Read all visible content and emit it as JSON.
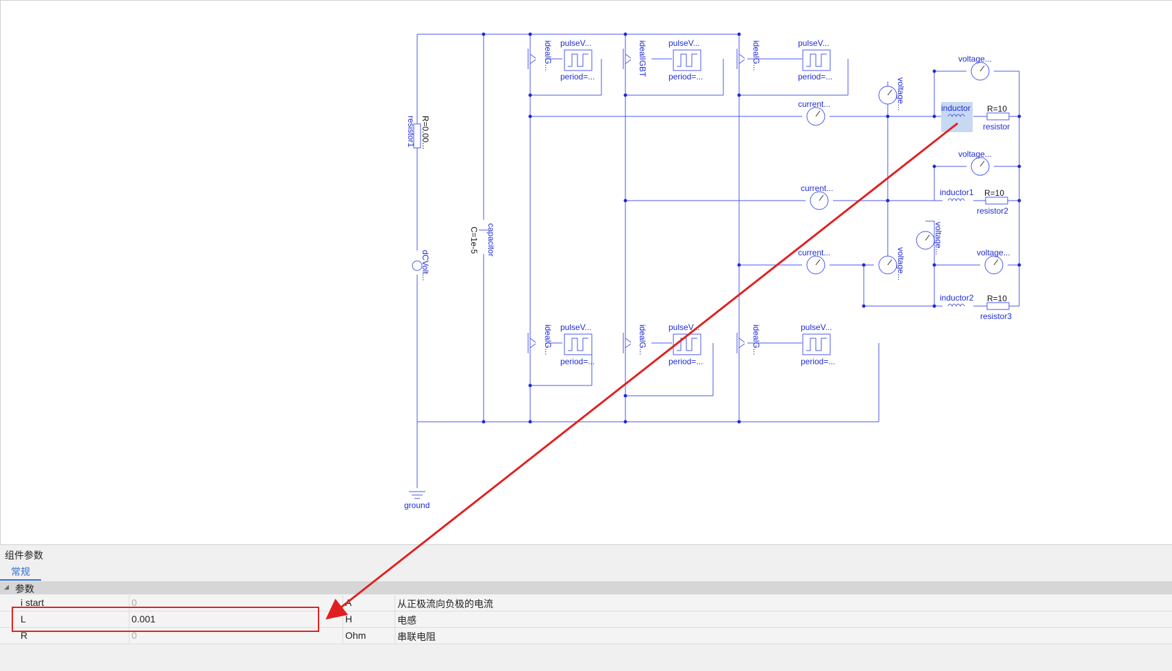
{
  "diagram": {
    "labels": {
      "resistor1": "resistor1",
      "resistor1_param": "R=0.00...",
      "dc": "dCVolt...",
      "capacitor": "capacitor",
      "capacitor_param": "C=1e-5",
      "ground": "ground",
      "igbt_top1": "idealG...",
      "igbt_top2": "idealIGBT",
      "igbt_top3": "idealG...",
      "igbt_bot1": "idealG...",
      "igbt_bot2": "idealG...",
      "igbt_bot3": "idealG...",
      "pulse": "pulseV...",
      "period": "period=...",
      "current": "current...",
      "voltage": "voltage...",
      "inductor": "inductor",
      "inductor1": "inductor1",
      "inductor2": "inductor2",
      "r10": "R=10",
      "resistor": "resistor",
      "resistor2": "resistor2",
      "resistor3": "resistor3"
    }
  },
  "panel": {
    "title": "组件参数",
    "tab": "常规",
    "group": "参数",
    "rows": [
      {
        "name": "i start",
        "value": "0",
        "unit": "A",
        "desc": "从正极流向负极的电流"
      },
      {
        "name": "L",
        "value": "0.001",
        "unit": "H",
        "desc": "电感"
      },
      {
        "name": "R",
        "value": "0",
        "unit": "Ohm",
        "desc": "串联电阻"
      }
    ]
  },
  "colors": {
    "wire": "#4a57e8",
    "label": "#1f2bd6",
    "annotation": "#e02020",
    "selection": "#c7d9f2"
  }
}
